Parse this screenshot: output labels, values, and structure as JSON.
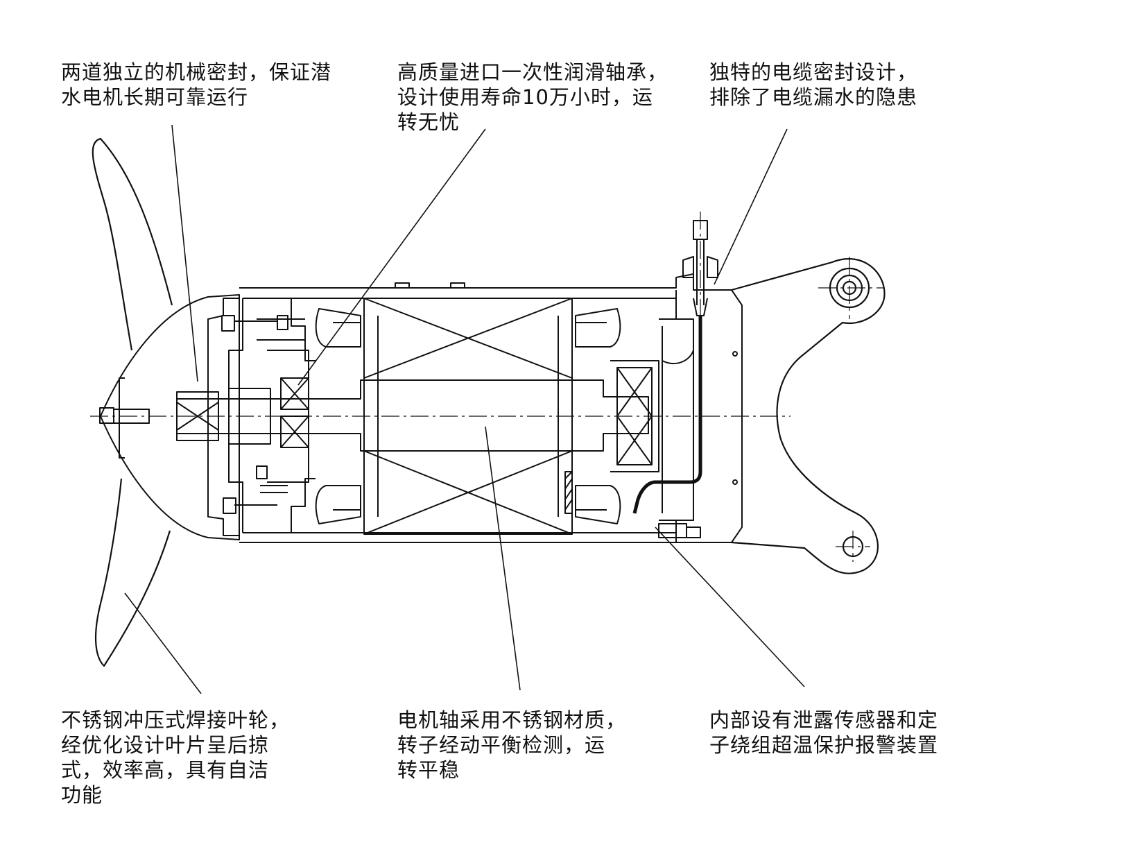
{
  "annotations": {
    "top_left": [
      "两道独立的机械密封，保证潜",
      "水电机长期可靠运行"
    ],
    "top_center": [
      "高质量进口一次性润滑轴承，",
      "设计使用寿命10万小时，运",
      "转无忧"
    ],
    "top_right": [
      "独特的电缆密封设计，",
      "排除了电缆漏水的隐患"
    ],
    "bottom_left": [
      "不锈钢冲压式焊接叶轮，",
      "经优化设计叶片呈后掠",
      "式，效率高，具有自洁",
      "功能"
    ],
    "bottom_center": [
      "电机轴采用不锈钢材质，",
      "转子经动平衡检测，运",
      "转平稳"
    ],
    "bottom_right": [
      "内部设有泄露传感器和定",
      "子绕组超温保护报警装置"
    ]
  }
}
